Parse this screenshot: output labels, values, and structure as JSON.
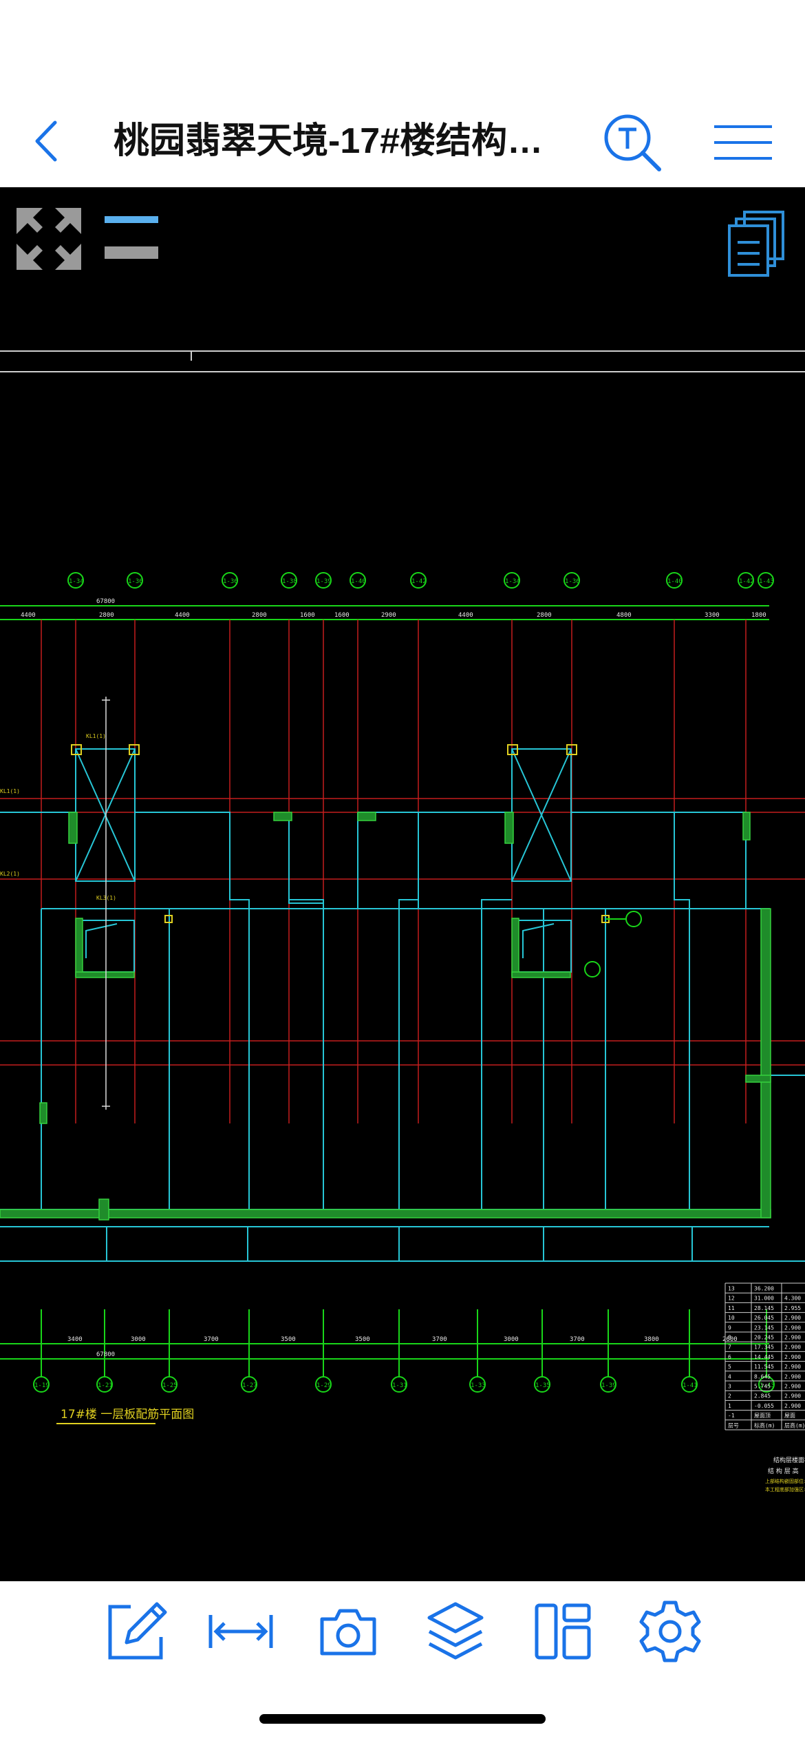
{
  "header": {
    "title": "桃园翡翠天境-17#楼结构…"
  },
  "icons": {
    "back": "chevron-left-icon",
    "text_search": "text-search-icon",
    "menu": "hamburger-menu-icon",
    "fullscreen": "expand-arrows-icon",
    "layers_toggle": "line-weight-icon",
    "layouts": "layouts-stack-icon"
  },
  "drawing": {
    "plan_title": "17#楼 一层板配筋平面图",
    "total_dim_top": "67800",
    "total_dim_bottom": "67800",
    "top_dims": [
      "4400",
      "2800",
      "4400",
      "2800",
      "1600",
      "1600",
      "2900",
      "4400",
      "2800",
      "4800",
      "3300",
      "1800"
    ],
    "bottom_dims": [
      "3400",
      "3000",
      "3700",
      "3500",
      "3500",
      "3700",
      "3000",
      "3700",
      "3800",
      "2600"
    ],
    "top_axes": [
      "1-34",
      "1-36",
      "1-36",
      "1-38",
      "1-39",
      "1-40",
      "1-42",
      "1-34",
      "1-36",
      "1-40",
      "1-42",
      "1-43"
    ],
    "bottom_axes": [
      "1-19",
      "1-21",
      "1-25",
      "1-27",
      "1-29",
      "1-31",
      "1-33",
      "1-35",
      "1-39",
      "1-41",
      "1-43"
    ],
    "floor_table": {
      "rows": [
        [
          "13",
          "36.200",
          ""
        ],
        [
          "12",
          "31.000",
          "4.300"
        ],
        [
          "11",
          "28.145",
          "2.955"
        ],
        [
          "10",
          "26.045",
          "2.900"
        ],
        [
          "9",
          "23.145",
          "2.900"
        ],
        [
          "8",
          "20.245",
          "2.900"
        ],
        [
          "7",
          "17.345",
          "2.900"
        ],
        [
          "6",
          "14.445",
          "2.900"
        ],
        [
          "5",
          "11.545",
          "2.900"
        ],
        [
          "4",
          "8.645",
          "2.900"
        ],
        [
          "3",
          "5.745",
          "2.900"
        ],
        [
          "2",
          "2.845",
          "2.900"
        ],
        [
          "1",
          "-0.055",
          "2.900"
        ],
        [
          "-1",
          "屋面顶",
          "屋面"
        ]
      ],
      "footer": [
        "层号",
        "标高(m)",
        "层高(m)"
      ],
      "note_title": "结构层楼面标高",
      "note_sub": "结 构 层 高",
      "note_line1": "上部结构嵌固部位:地下室顶板",
      "note_line2": "本工程底部加强区:地下一层"
    }
  },
  "toolbar": {
    "edit": "edit-icon",
    "measure": "measure-icon",
    "camera": "camera-icon",
    "layers": "layers-icon",
    "layout": "layout-icon",
    "settings": "settings-icon"
  }
}
